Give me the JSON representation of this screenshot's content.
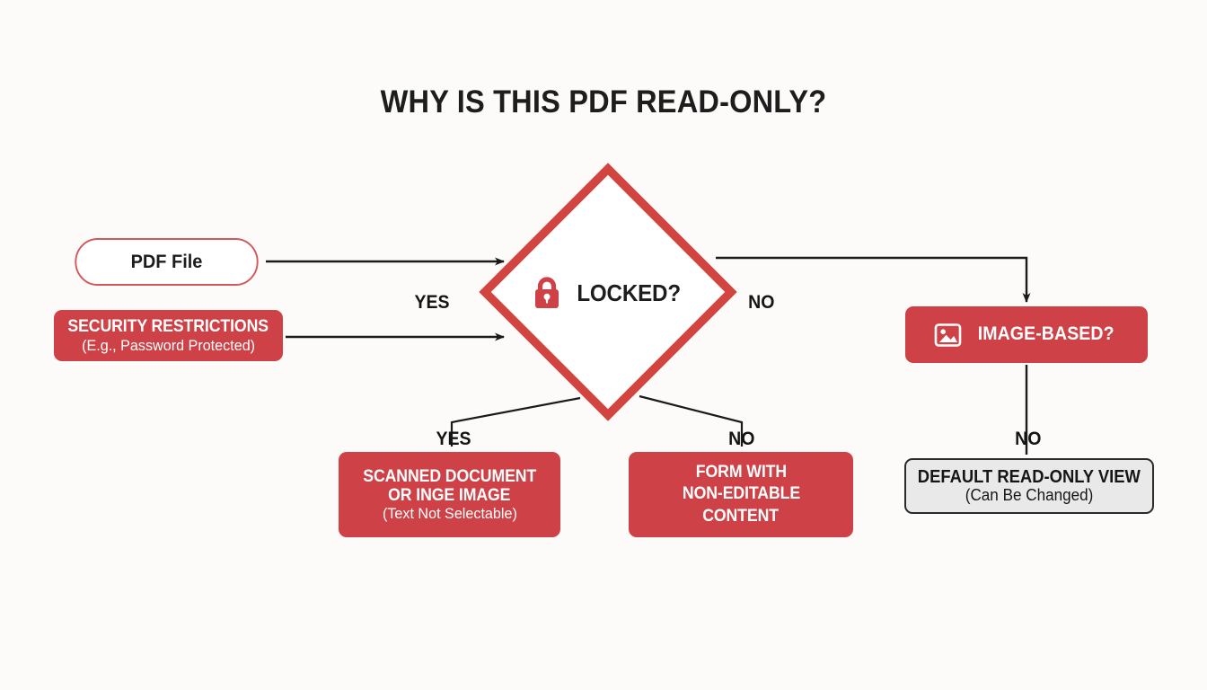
{
  "page": {
    "title": "WHY IS THIS PDF READ-ONLY?",
    "background_color": "#fcfbfa"
  },
  "colors": {
    "red": "#ce4247",
    "diamond_border": "#d1443f",
    "pill_border": "#d2585c",
    "line": "#1a1a1a",
    "gray_fill": "#e9e9e9",
    "gray_border": "#2a2a2a",
    "text_dark": "#1d1d1d",
    "text_light": "#ffffff"
  },
  "chart_data": {
    "type": "diagram",
    "title": "WHY IS THIS PDF READ-ONLY?",
    "nodes": [
      {
        "id": "pdf-file",
        "label": "PDF File",
        "shape": "pill",
        "fill": "#ffffff",
        "text_color": "#1d1d1d"
      },
      {
        "id": "security",
        "label": "SECURITY RESTRICTIONS",
        "sublabel": "(E.g., Password Protected)",
        "shape": "rounded-rect",
        "fill": "#ce4247",
        "text_color": "#ffffff"
      },
      {
        "id": "locked",
        "label": "LOCKED?",
        "shape": "diamond",
        "fill": "#ffffff",
        "icon": "lock-icon"
      },
      {
        "id": "image-based",
        "label": "IMAGE-BASED?",
        "shape": "rounded-rect",
        "fill": "#ce4247",
        "icon": "image-icon"
      },
      {
        "id": "scanned",
        "label": "SCANNED DOCUMENT OR INGE IMAGE",
        "sublabel": "(Text Not Selectable)",
        "shape": "rounded-rect",
        "fill": "#ce4247"
      },
      {
        "id": "form",
        "label": "FORM WITH NON-EDITABLE CONTENT",
        "shape": "rounded-rect",
        "fill": "#ce4247"
      },
      {
        "id": "default-view",
        "label": "DEFAULT READ-ONLY VIEW",
        "sublabel": "(Can Be Changed)",
        "shape": "rounded-rect",
        "fill": "#e9e9e9",
        "text_color": "#161616"
      }
    ],
    "edges": [
      {
        "from": "pdf-file",
        "to": "locked",
        "label": ""
      },
      {
        "from": "security",
        "to": "locked",
        "label": "YES"
      },
      {
        "from": "locked",
        "to": "image-based",
        "label": "NO"
      },
      {
        "from": "locked",
        "to": "scanned",
        "label": "YES"
      },
      {
        "from": "locked",
        "to": "form",
        "label": "NO"
      },
      {
        "from": "image-based",
        "to": "default-view",
        "label": "NO"
      }
    ]
  },
  "nodes": {
    "pdf_file": {
      "label": "PDF File"
    },
    "security": {
      "line1": "SECURITY RESTRICTIONS",
      "line2": "(E.g., Password Protected)"
    },
    "locked": {
      "label": "LOCKED?",
      "icon": "lock-icon"
    },
    "image_based": {
      "label": "IMAGE-BASED?",
      "icon": "image-icon"
    },
    "scanned": {
      "line1": "SCANNED DOCUMENT",
      "line2": "OR INGE IMAGE",
      "line3": "(Text Not Selectable)"
    },
    "form": {
      "line1": "FORM WITH",
      "line2": "NON-EDITABLE",
      "line3": "CONTENT"
    },
    "default_view": {
      "line1": "DEFAULT READ-ONLY VIEW",
      "line2": "(Can Be Changed)"
    }
  },
  "edge_labels": {
    "yes_left": "YES",
    "no_right": "NO",
    "yes_down": "YES",
    "no_down": "NO",
    "no_image": "NO"
  }
}
